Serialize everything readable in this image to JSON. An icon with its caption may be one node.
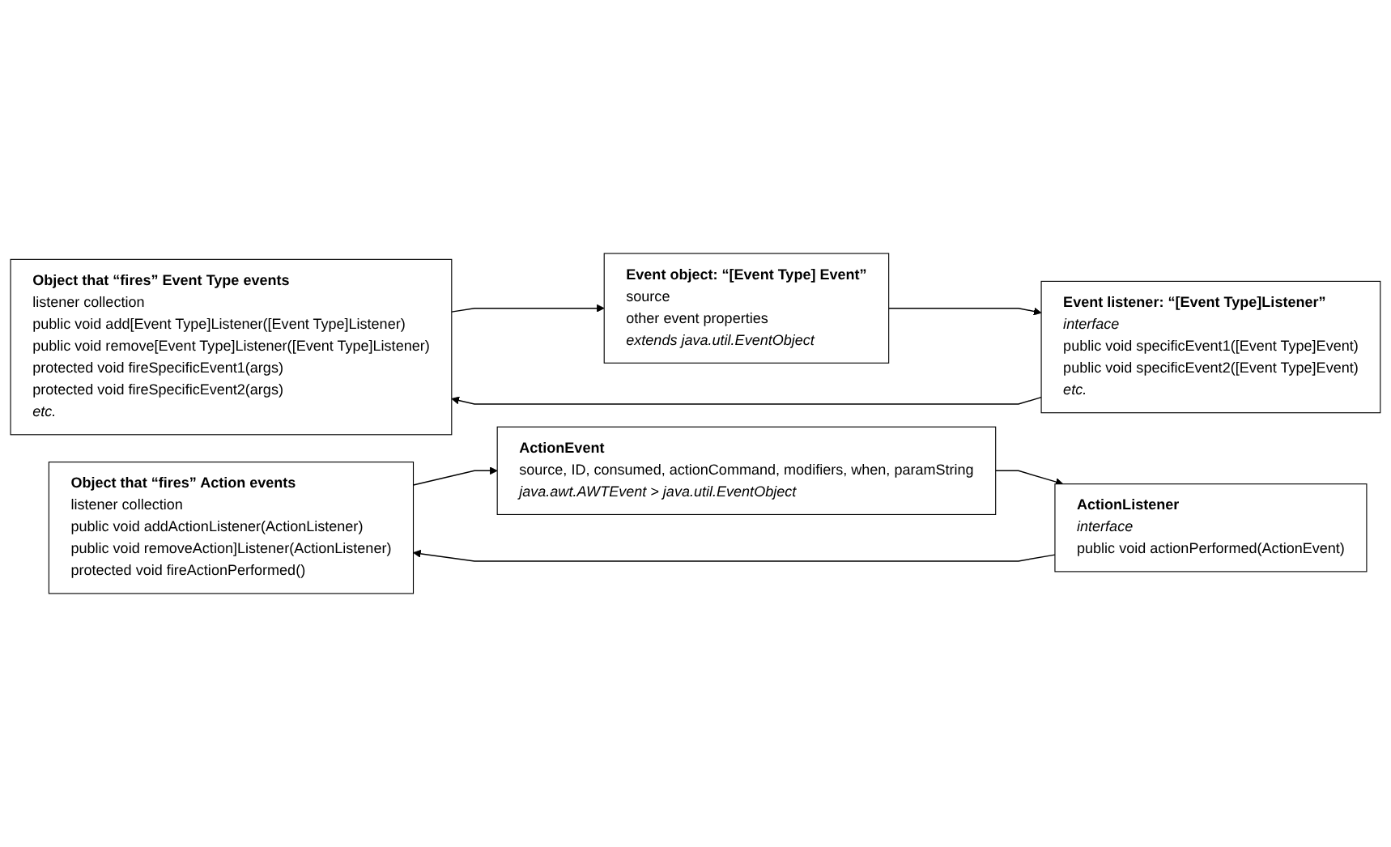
{
  "diagram": {
    "nodes": [
      {
        "text": [
          "Object that “fires” Event Type events",
          "listener collection",
          "public void add[Event Type]Listener([Event Type]Listener)",
          "public void remove[Event Type]Listener([Event Type]Listener)",
          "protected void fireSpecificEvent1(args)",
          "protected void fireSpecificEvent2(args)",
          "etc."
        ]
      },
      {
        "text": [
          "Event object: “[Event Type] Event”",
          "source",
          "other event properties",
          "extends java.util.EventObject"
        ]
      },
      {
        "text": [
          "Event listener: “[Event Type]Listener”",
          "interface",
          "public void specificEvent1([Event Type]Event)",
          "public void specificEvent2([Event Type]Event)",
          "etc."
        ]
      },
      {
        "text": [
          "Object that “fires” Action events",
          "listener collection",
          "public void addActionListener(ActionListener)",
          "public void removeAction]Listener(ActionListener)",
          "protected void fireActionPerformed()"
        ]
      },
      {
        "text": [
          "ActionEvent",
          "source, ID, consumed, actionCommand, modifiers, when, paramString",
          "java.awt.AWTEvent > java.util.EventObject"
        ]
      },
      {
        "text": [
          "ActionListener",
          "interface",
          "public void actionPerformed(ActionEvent)"
        ]
      }
    ],
    "edges": [
      {
        "from": 0,
        "to": 1,
        "arrow": "to"
      },
      {
        "from": 1,
        "to": 2,
        "arrow": "to"
      },
      {
        "from": 2,
        "to": 0,
        "arrow": "to"
      },
      {
        "from": 3,
        "to": 4,
        "arrow": "to"
      },
      {
        "from": 4,
        "to": 5,
        "arrow": "to"
      },
      {
        "from": 5,
        "to": 3,
        "arrow": "to"
      }
    ]
  }
}
